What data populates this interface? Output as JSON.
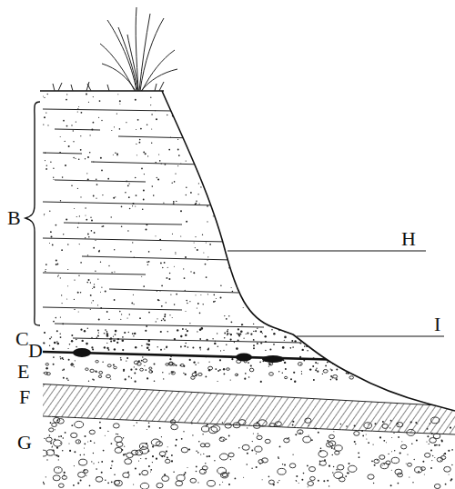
{
  "diagram": {
    "labels": [
      "B",
      "H",
      "I",
      "C",
      "D",
      "E",
      "F",
      "G"
    ]
  }
}
